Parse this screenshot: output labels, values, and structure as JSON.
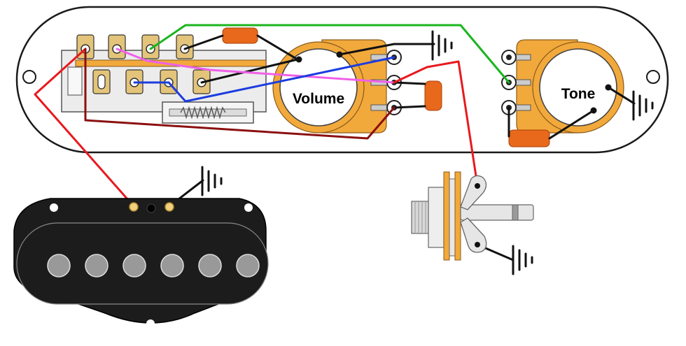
{
  "labels": {
    "volume": "Volume",
    "tone": "Tone"
  },
  "colors": {
    "plate_outline": "#1a1a1a",
    "pot_body": "#f2a93b",
    "lug_gold": "#e3c47a",
    "capacitor": "#e8681c",
    "pickup": "#1c1c1c",
    "pole_piece": "#999999",
    "wire_red": "#e8191f",
    "wire_green": "#1ab51e",
    "wire_blue": "#1c3ce0",
    "wire_pink": "#f060e8",
    "wire_black": "#111111",
    "wire_darkred": "#8b1010"
  },
  "components": [
    "control-plate",
    "3-way-switch",
    "volume-pot",
    "tone-pot",
    "treble-bleed-capacitor",
    "tone-capacitor",
    "bridge-pickup",
    "output-jack",
    "ground-symbol"
  ]
}
